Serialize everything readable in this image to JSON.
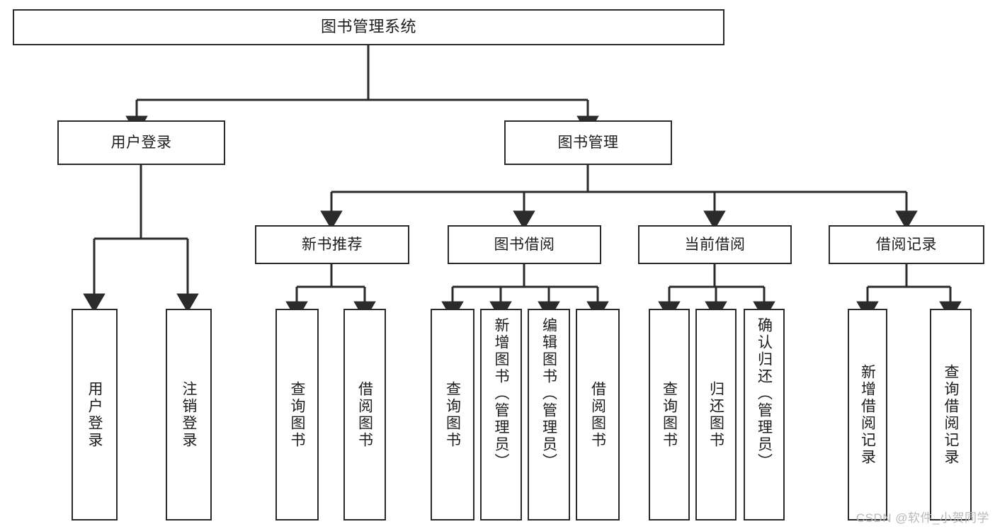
{
  "diagram": {
    "type": "tree",
    "title": "图书管理系统",
    "watermark": "CSDN @软件_小贺同学",
    "colors": {
      "background": "#ffffff",
      "box_fill": "#ffffff",
      "box_border": "#2b2b2b",
      "connector": "#2b2b2b",
      "text": "#1d1d1d",
      "watermark": "#b9b9b9"
    },
    "root": {
      "label": "图书管理系统"
    },
    "level2": [
      {
        "label": "用户登录"
      },
      {
        "label": "图书管理"
      }
    ],
    "level3": [
      {
        "label": "新书推荐"
      },
      {
        "label": "图书借阅"
      },
      {
        "label": "当前借阅"
      },
      {
        "label": "借阅记录"
      }
    ],
    "leaves": {
      "user_login": [
        {
          "label": "用户登录"
        },
        {
          "label": "注销登录"
        }
      ],
      "new_book_recommend": [
        {
          "label": "查询图书"
        },
        {
          "label": "借阅图书"
        }
      ],
      "book_borrow": [
        {
          "label": "查询图书"
        },
        {
          "label": "新增图书（管理员）"
        },
        {
          "label": "编辑图书（管理员）"
        },
        {
          "label": "借阅图书"
        }
      ],
      "current_borrow": [
        {
          "label": "查询图书"
        },
        {
          "label": "归还图书"
        },
        {
          "label": "确认归还（管理员）"
        }
      ],
      "borrow_record": [
        {
          "label": "新增借阅记录"
        },
        {
          "label": "查询借阅记录"
        }
      ]
    }
  }
}
